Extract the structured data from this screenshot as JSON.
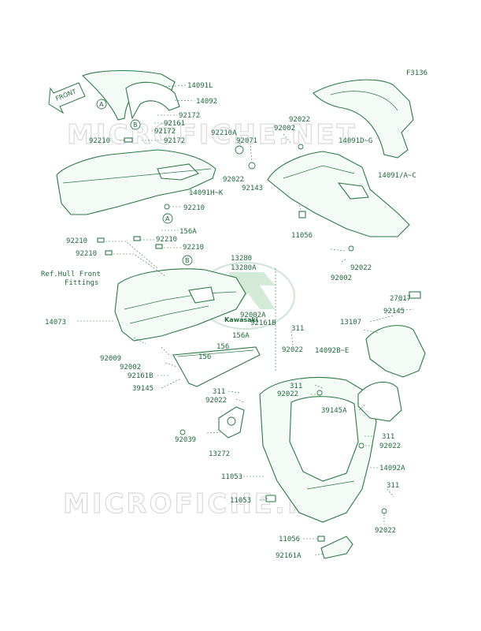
{
  "figure_code": "F3136",
  "watermark": "MICROFICHE.NET",
  "logo_text": "Kawasaki",
  "front_label": "FRONT",
  "callouts": {
    "a": "A",
    "b": "B"
  },
  "labels": [
    {
      "id": "l1",
      "text": "14091L"
    },
    {
      "id": "l2",
      "text": "14092"
    },
    {
      "id": "l3",
      "text": "92172"
    },
    {
      "id": "l4",
      "text": "92161"
    },
    {
      "id": "l5",
      "text": "92172"
    },
    {
      "id": "l6",
      "text": "92172"
    },
    {
      "id": "l7",
      "text": "92210"
    },
    {
      "id": "l8",
      "text": "92210A"
    },
    {
      "id": "l9",
      "text": "92071"
    },
    {
      "id": "l10",
      "text": "92022"
    },
    {
      "id": "l11",
      "text": "92143"
    },
    {
      "id": "l12",
      "text": "14091H~K"
    },
    {
      "id": "l13",
      "text": "92210"
    },
    {
      "id": "l14",
      "text": "156A"
    },
    {
      "id": "l15",
      "text": "92210"
    },
    {
      "id": "l16",
      "text": "92210"
    },
    {
      "id": "l17",
      "text": "92210"
    },
    {
      "id": "l18",
      "text": "92210"
    },
    {
      "id": "l19",
      "text": "13280"
    },
    {
      "id": "l20",
      "text": "13280A"
    },
    {
      "id": "l21",
      "text": "Ref.Hull Front"
    },
    {
      "id": "l22",
      "text": "Fittings"
    },
    {
      "id": "l23",
      "text": "14073"
    },
    {
      "id": "l24",
      "text": "92002A"
    },
    {
      "id": "l25",
      "text": "92161B"
    },
    {
      "id": "l26",
      "text": "156A"
    },
    {
      "id": "l27",
      "text": "156"
    },
    {
      "id": "l28",
      "text": "156"
    },
    {
      "id": "l29",
      "text": "92009"
    },
    {
      "id": "l30",
      "text": "92002"
    },
    {
      "id": "l31",
      "text": "92161B"
    },
    {
      "id": "l32",
      "text": "39145"
    },
    {
      "id": "l33",
      "text": "311"
    },
    {
      "id": "l34",
      "text": "92022"
    },
    {
      "id": "l35",
      "text": "92039"
    },
    {
      "id": "l36",
      "text": "13272"
    },
    {
      "id": "l37",
      "text": "11053"
    },
    {
      "id": "l38",
      "text": "11053"
    },
    {
      "id": "l39",
      "text": "11056"
    },
    {
      "id": "l40",
      "text": "92161A"
    },
    {
      "id": "l41",
      "text": "92022"
    },
    {
      "id": "l42",
      "text": "92002"
    },
    {
      "id": "l43",
      "text": "14091D~G"
    },
    {
      "id": "l44",
      "text": "14091/A~C"
    },
    {
      "id": "l45",
      "text": "11056"
    },
    {
      "id": "l46",
      "text": "92022"
    },
    {
      "id": "l47",
      "text": "92002"
    },
    {
      "id": "l48",
      "text": "27017"
    },
    {
      "id": "l49",
      "text": "92145"
    },
    {
      "id": "l50",
      "text": "13107"
    },
    {
      "id": "l51",
      "text": "14092B~E"
    },
    {
      "id": "l52",
      "text": "311"
    },
    {
      "id": "l53",
      "text": "92022"
    },
    {
      "id": "l54",
      "text": "311"
    },
    {
      "id": "l55",
      "text": "92022"
    },
    {
      "id": "l56",
      "text": "39145A"
    },
    {
      "id": "l57",
      "text": "311"
    },
    {
      "id": "l58",
      "text": "92022"
    },
    {
      "id": "l59",
      "text": "14092A"
    },
    {
      "id": "l60",
      "text": "311"
    },
    {
      "id": "l61",
      "text": "92022"
    }
  ]
}
